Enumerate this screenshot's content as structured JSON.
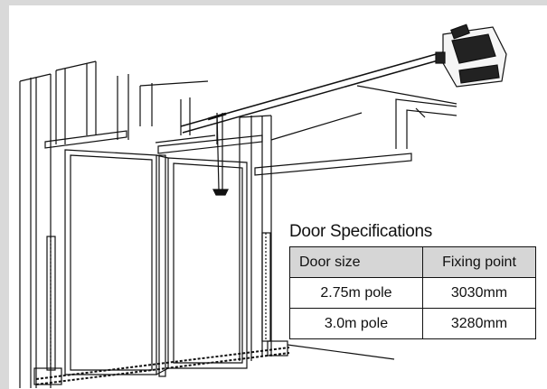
{
  "spec": {
    "title": "Door Specifications",
    "headers": [
      "Door size",
      "Fixing point"
    ],
    "rows": [
      [
        "2.75m pole",
        "3030mm"
      ],
      [
        "3.0m pole",
        "3280mm"
      ]
    ]
  }
}
